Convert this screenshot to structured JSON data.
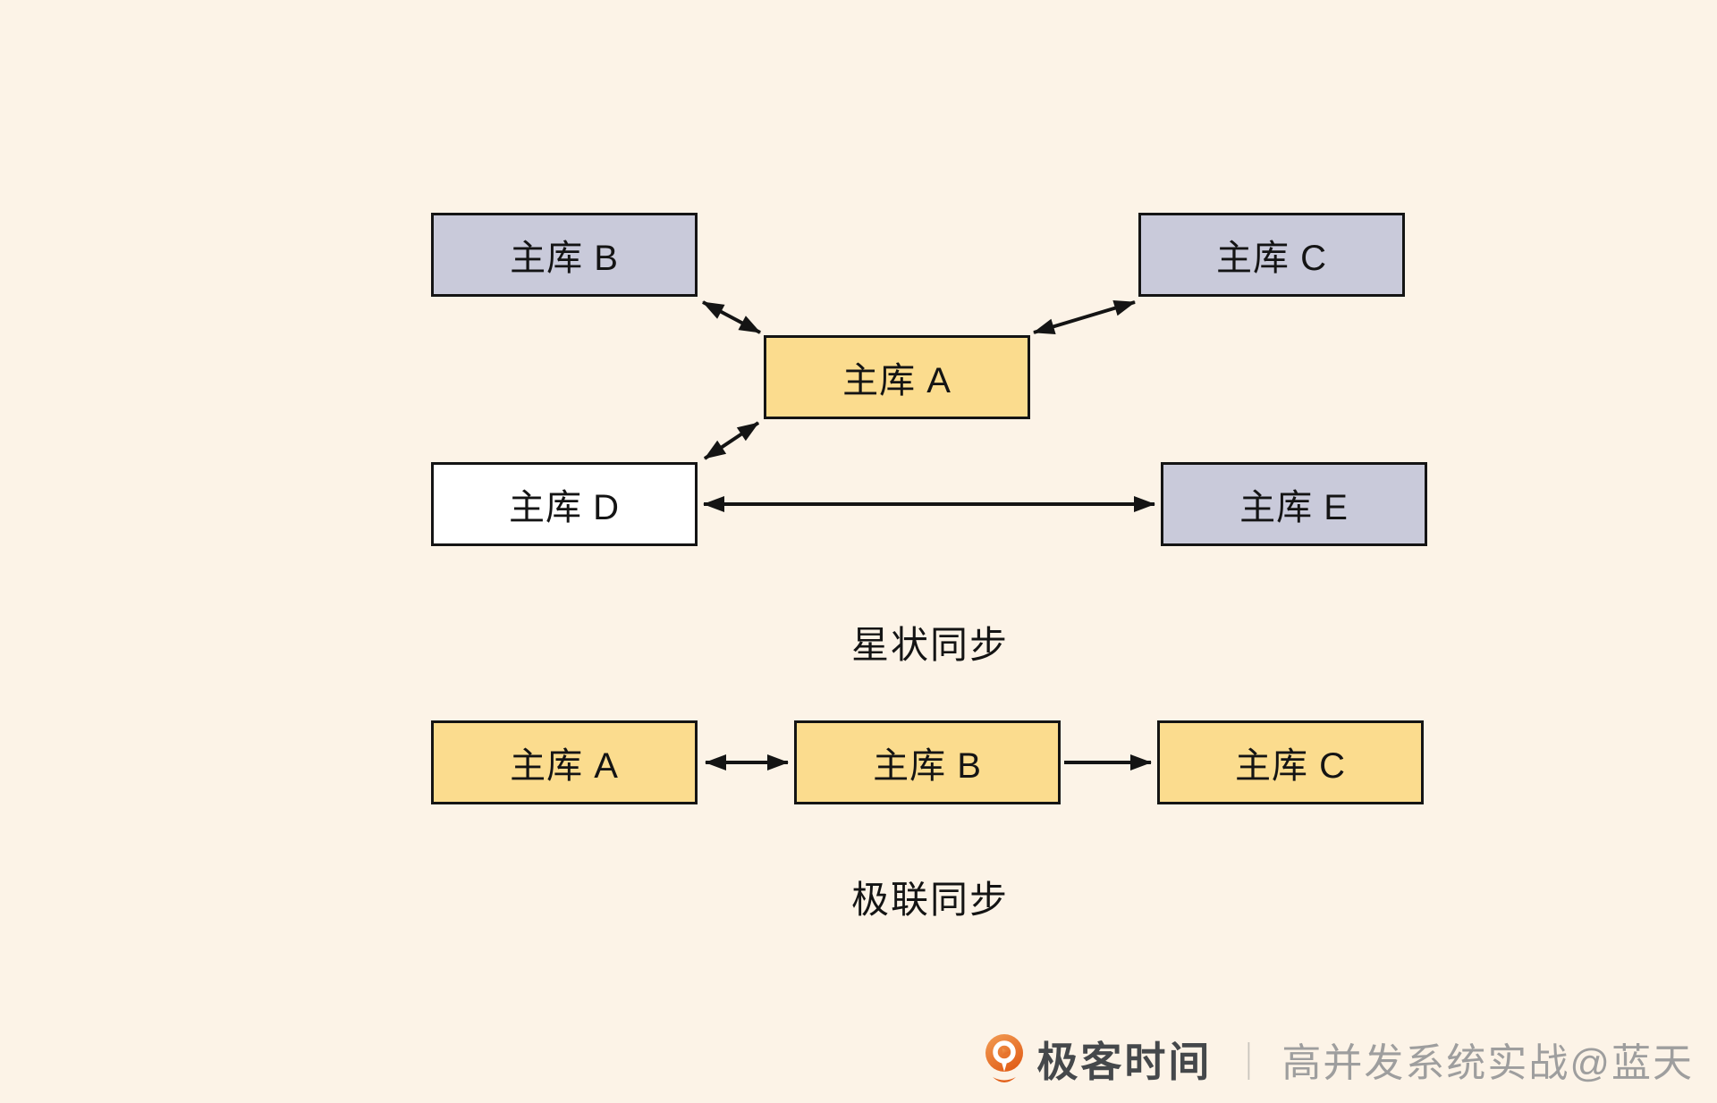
{
  "colors": {
    "background": "#fcf3e7",
    "box_lavender": "#c9cada",
    "box_yellow": "#fbdc8e",
    "box_white": "#ffffff",
    "border_and_arrows": "#141414",
    "footer_brand_text": "#45484b",
    "footer_watermark_text": "#9e9e9e",
    "logo_orange_light": "#f29d55",
    "logo_orange_dark": "#e2601a"
  },
  "diagram": {
    "star": {
      "label": "星状同步",
      "nodes": [
        {
          "id": "B",
          "label": "主库 B",
          "fill": "lavender"
        },
        {
          "id": "C",
          "label": "主库 C",
          "fill": "lavender"
        },
        {
          "id": "A",
          "label": "主库 A",
          "fill": "yellow"
        },
        {
          "id": "D",
          "label": "主库 D",
          "fill": "white"
        },
        {
          "id": "E",
          "label": "主库 E",
          "fill": "lavender"
        }
      ],
      "edges": [
        {
          "from": "主库 B",
          "to": "主库 A",
          "direction": "bidirectional"
        },
        {
          "from": "主库 C",
          "to": "主库 A",
          "direction": "bidirectional"
        },
        {
          "from": "主库 A",
          "to": "主库 D",
          "direction": "bidirectional"
        },
        {
          "from": "主库 D",
          "to": "主库 E",
          "direction": "bidirectional"
        }
      ]
    },
    "cascade": {
      "label": "极联同步",
      "nodes": [
        {
          "id": "A",
          "label": "主库 A",
          "fill": "yellow"
        },
        {
          "id": "B",
          "label": "主库 B",
          "fill": "yellow"
        },
        {
          "id": "C",
          "label": "主库 C",
          "fill": "yellow"
        }
      ],
      "edges": [
        {
          "from": "主库 A",
          "to": "主库 B",
          "direction": "bidirectional"
        },
        {
          "from": "主库 B",
          "to": "主库 C",
          "direction": "single"
        }
      ]
    }
  },
  "footer": {
    "logo": "geektime-pin-icon",
    "brand": "极客时间",
    "divider": "｜",
    "watermark": "高并发系统实战@蓝天"
  }
}
